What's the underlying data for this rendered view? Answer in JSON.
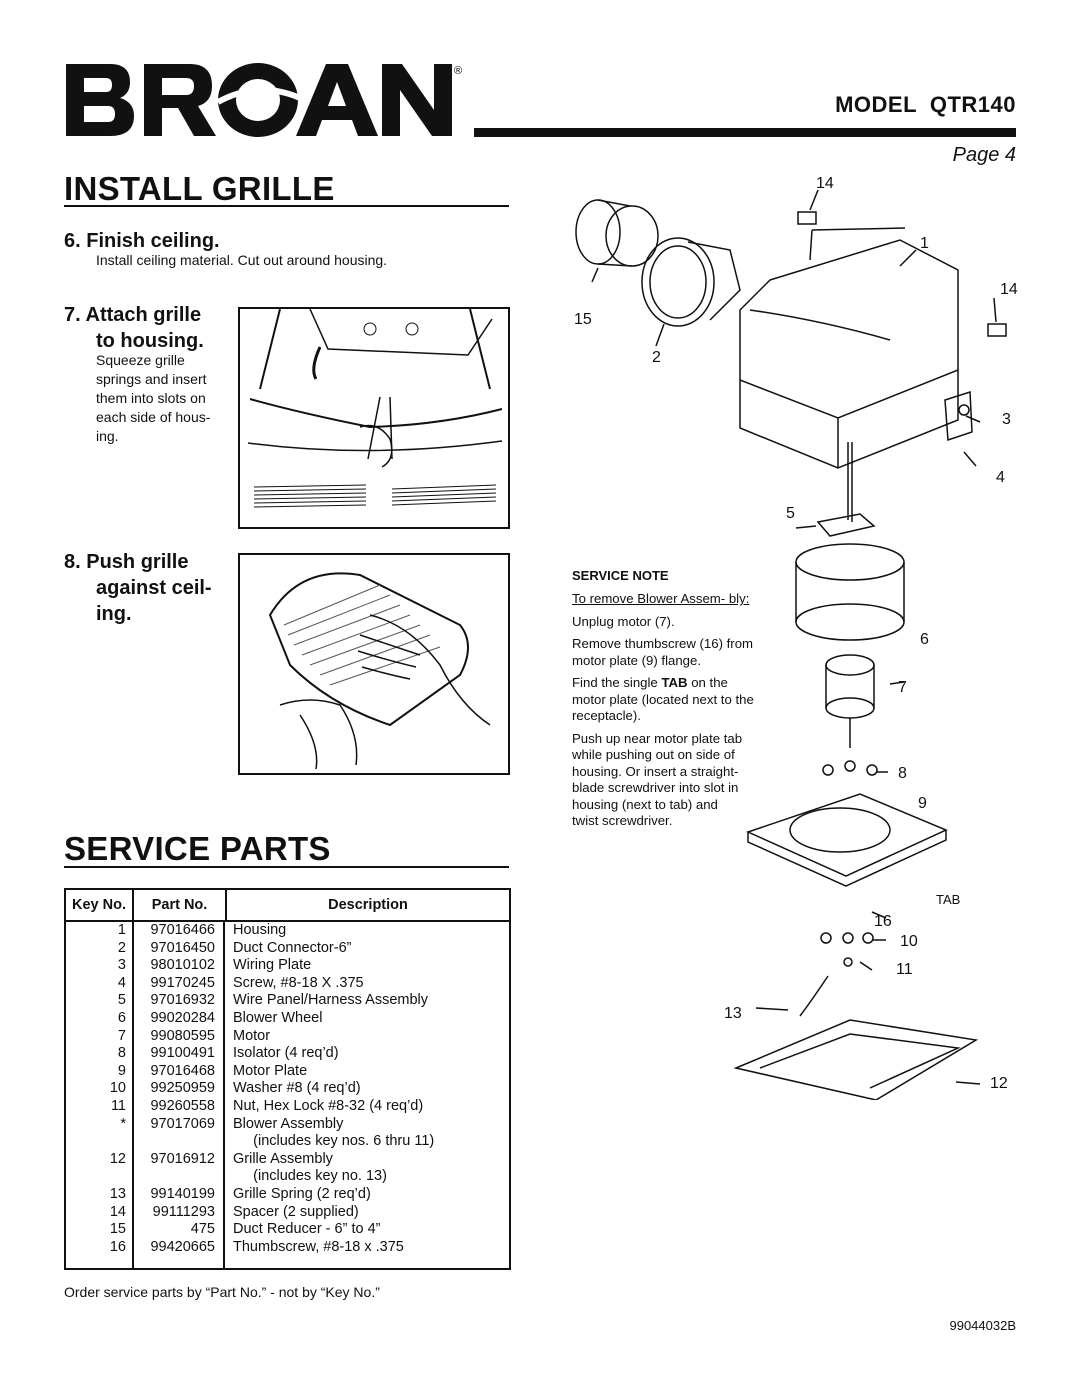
{
  "brand": {
    "name": "BROAN",
    "registered": "®"
  },
  "header": {
    "model": "MODEL  QTR140",
    "page": "Page 4"
  },
  "install": {
    "title": "INSTALL GRILLE",
    "step6": {
      "title": "6.  Finish ceiling.",
      "body": "Install ceiling material. Cut out around housing."
    },
    "step7": {
      "title_line1": "7.  Attach grille",
      "title_line2": "to housing.",
      "body": [
        "Squeeze grille",
        "springs and insert",
        "them into slots on",
        "each side of hous-",
        "ing."
      ]
    },
    "step8": {
      "title_line1": "8.  Push grille",
      "title_line2": "against ceil-",
      "title_line3": "ing."
    }
  },
  "service": {
    "title": "SERVICE PARTS",
    "columns": [
      "Key No.",
      "Part No.",
      "Description"
    ],
    "rows": [
      {
        "key": "1",
        "part": "97016466",
        "desc": "Housing"
      },
      {
        "key": "2",
        "part": "97016450",
        "desc": "Duct Connector-6”"
      },
      {
        "key": "3",
        "part": "98010102",
        "desc": "Wiring Plate"
      },
      {
        "key": "4",
        "part": "99170245",
        "desc": "Screw, #8-18 X .375"
      },
      {
        "key": "5",
        "part": "97016932",
        "desc": "Wire Panel/Harness Assembly"
      },
      {
        "key": "6",
        "part": "99020284",
        "desc": "Blower Wheel"
      },
      {
        "key": "7",
        "part": "99080595",
        "desc": "Motor"
      },
      {
        "key": "8",
        "part": "99100491",
        "desc": "Isolator (4 req’d)"
      },
      {
        "key": "9",
        "part": "97016468",
        "desc": "Motor Plate"
      },
      {
        "key": "10",
        "part": "99250959",
        "desc": "Washer #8 (4 req’d)"
      },
      {
        "key": "11",
        "part": "99260558",
        "desc": "Nut, Hex Lock #8-32 (4 req’d)"
      },
      {
        "key": "*",
        "part": "97017069",
        "desc": "Blower Assembly"
      },
      {
        "key": "",
        "part": "",
        "desc": "     (includes key nos. 6 thru 11)"
      },
      {
        "key": "12",
        "part": "97016912",
        "desc": "Grille Assembly"
      },
      {
        "key": "",
        "part": "",
        "desc": "     (includes key no. 13)"
      },
      {
        "key": "13",
        "part": "99140199",
        "desc": "Grille Spring (2 req’d)"
      },
      {
        "key": "14",
        "part": "99111293",
        "desc": "Spacer (2 supplied)"
      },
      {
        "key": "15",
        "part": "475",
        "desc": "Duct Reducer - 6” to 4”"
      },
      {
        "key": "16",
        "part": "99420665",
        "desc": "Thumbscrew, #8-18 x .375"
      }
    ],
    "order_note": "Order service parts by “Part No.” - not by “Key No.”"
  },
  "service_note": {
    "title": "SERVICE NOTE",
    "intro": "To remove Blower Assem- bly:",
    "p1": "Unplug motor (7).",
    "p2": "Remove thumbscrew (16) from motor plate (9) flange.",
    "p3a": "Find the single ",
    "p3b": "TAB",
    "p3c": " on the motor plate (located next to the receptacle).",
    "p4": "Push up near motor plate tab while pushing out on side of housing. Or insert a straight-blade screwdriver into slot in housing (next to tab) and",
    "p5": "twist screwdriver."
  },
  "diagram_labels": {
    "l14a": "14",
    "l1": "1",
    "l14b": "14",
    "l15": "15",
    "l2": "2",
    "l3": "3",
    "l4": "4",
    "l5": "5",
    "l6": "6",
    "l7": "7",
    "l8": "8",
    "l9": "9",
    "tab": "TAB",
    "l16": "16",
    "l10": "10",
    "l11": "11",
    "l13": "13",
    "l12": "12"
  },
  "doc_number": "99044032B"
}
